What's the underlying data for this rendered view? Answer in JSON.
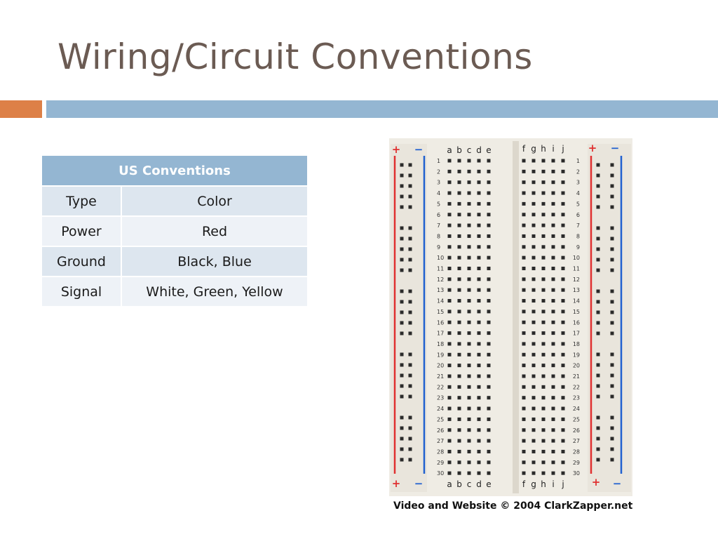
{
  "slide": {
    "title": "Wiring/Circuit Conventions",
    "accent_color": "#dd8047",
    "bar_color": "#94b6d2"
  },
  "table": {
    "header": "US Conventions",
    "columns": [
      "Type",
      "Color"
    ],
    "rows": [
      {
        "type": "Power",
        "color": "Red"
      },
      {
        "type": "Ground",
        "color": "Black, Blue"
      },
      {
        "type": "Signal",
        "color": "White, Green, Yellow"
      }
    ]
  },
  "breadboard": {
    "left_columns": [
      "a",
      "b",
      "c",
      "d",
      "e"
    ],
    "right_columns": [
      "f",
      "g",
      "h",
      "i",
      "j"
    ],
    "row_count": 30,
    "plus_symbol": "+",
    "minus_symbol": "−",
    "caption": "Video and Website © 2004 ClarkZapper.net",
    "rail_colors": {
      "power": "#e03030",
      "ground": "#2060d0"
    }
  }
}
